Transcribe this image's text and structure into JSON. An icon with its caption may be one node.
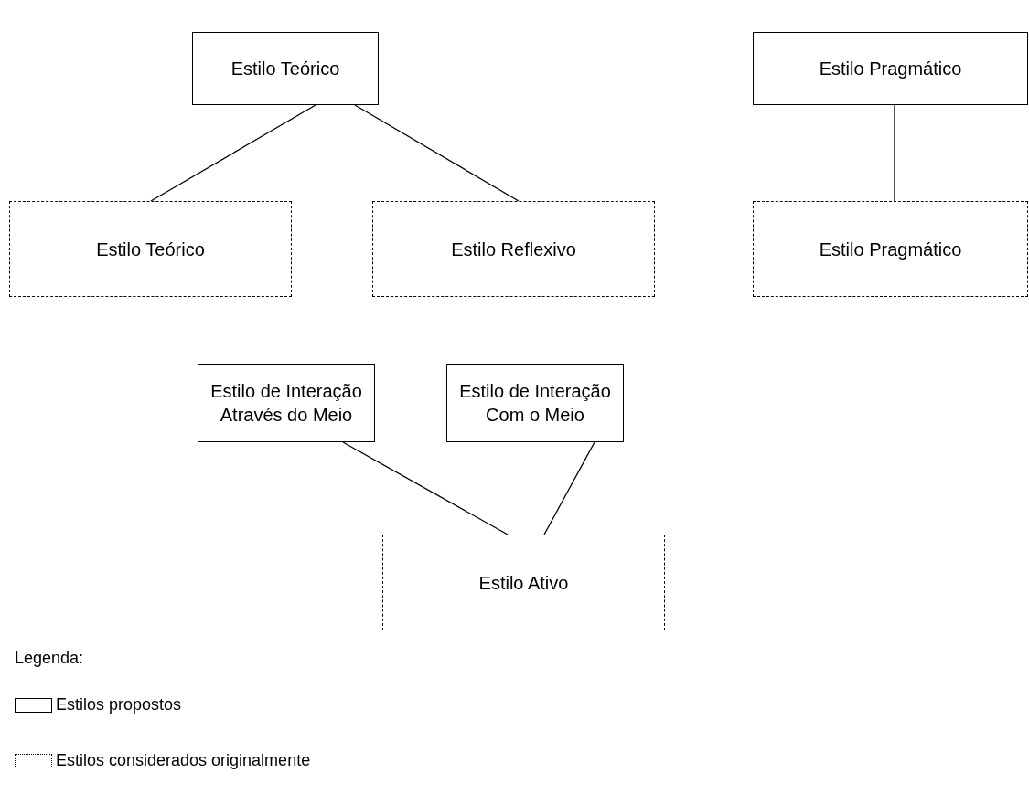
{
  "diagram": {
    "nodes": [
      {
        "text": [
          "Estilo Teórico"
        ]
      },
      {
        "text": [
          "Estilo Pragmático"
        ]
      },
      {
        "text": [
          "Estilo Teórico"
        ]
      },
      {
        "text": [
          "Estilo Reflexivo"
        ]
      },
      {
        "text": [
          "Estilo Pragmático"
        ]
      },
      {
        "text": [
          "Estilo de Interação Através do Meio"
        ]
      },
      {
        "text": [
          "Estilo de Interação Com o Meio"
        ]
      },
      {
        "text": [
          "Estilo Ativo"
        ]
      }
    ],
    "edges": [
      {
        "from": 0,
        "to": 2,
        "arrow": "none"
      },
      {
        "from": 0,
        "to": 3,
        "arrow": "none"
      },
      {
        "from": 1,
        "to": 4,
        "arrow": "none"
      },
      {
        "from": 5,
        "to": 7,
        "arrow": "none"
      },
      {
        "from": 6,
        "to": 7,
        "arrow": "none"
      }
    ],
    "labels": [
      "Legenda:"
    ],
    "legend": [
      {
        "text": "Estilos propostos"
      },
      {
        "text": "Estilos considerados originalmente"
      }
    ]
  }
}
